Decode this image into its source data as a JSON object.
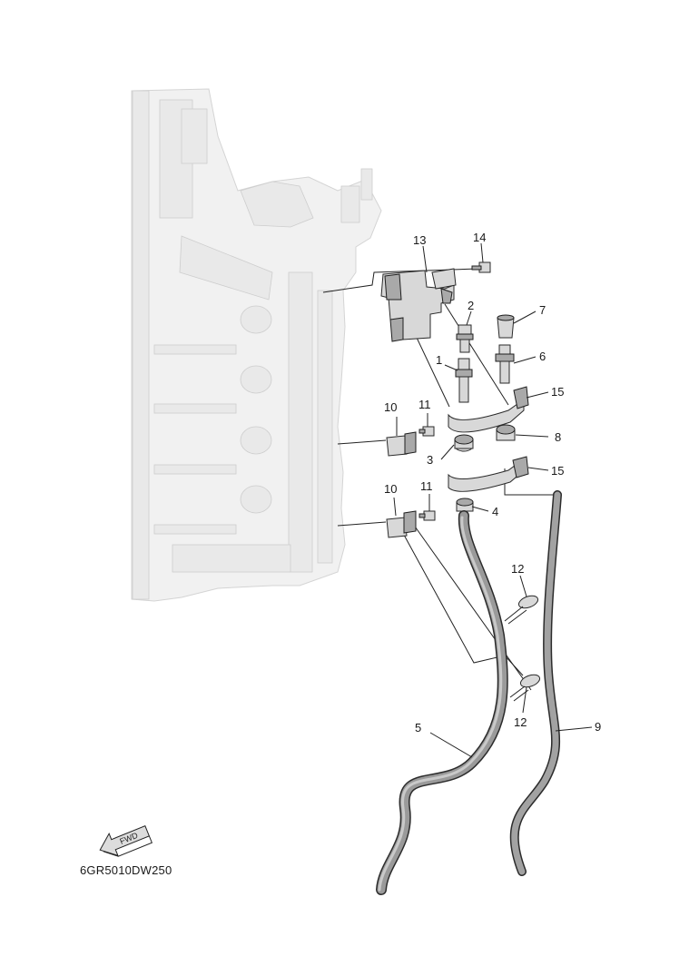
{
  "diagram": {
    "code": "6GR5010DW250",
    "fwd_label": "FWD",
    "callouts": [
      {
        "id": "c1",
        "text": "1"
      },
      {
        "id": "c2",
        "text": "2"
      },
      {
        "id": "c3",
        "text": "3"
      },
      {
        "id": "c4",
        "text": "4"
      },
      {
        "id": "c5",
        "text": "5"
      },
      {
        "id": "c6",
        "text": "6"
      },
      {
        "id": "c7",
        "text": "7"
      },
      {
        "id": "c8",
        "text": "8"
      },
      {
        "id": "c9",
        "text": "9"
      },
      {
        "id": "c10a",
        "text": "10"
      },
      {
        "id": "c10b",
        "text": "10"
      },
      {
        "id": "c11a",
        "text": "11"
      },
      {
        "id": "c11b",
        "text": "11"
      },
      {
        "id": "c12a",
        "text": "12"
      },
      {
        "id": "c12b",
        "text": "12"
      },
      {
        "id": "c13",
        "text": "13"
      },
      {
        "id": "c14",
        "text": "14"
      },
      {
        "id": "c15a",
        "text": "15"
      },
      {
        "id": "c15b",
        "text": "15"
      }
    ]
  }
}
